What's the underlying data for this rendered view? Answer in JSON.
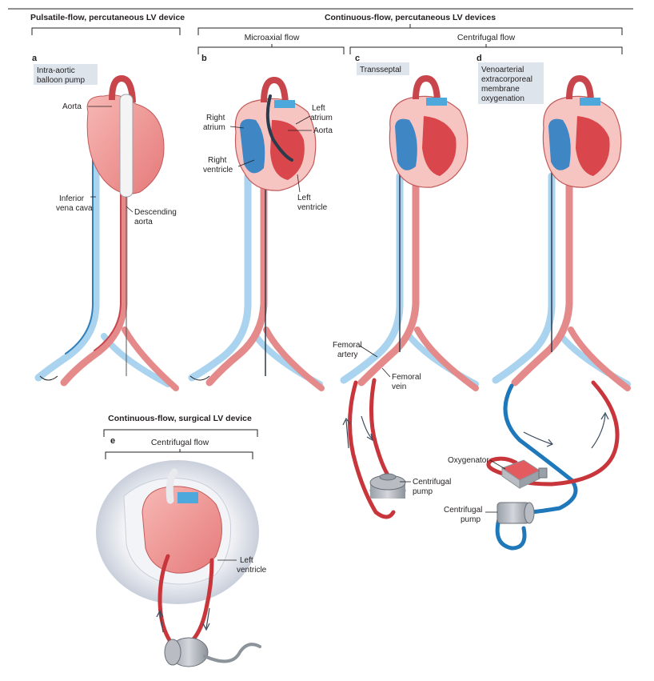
{
  "headers": {
    "pulsatile": "Pulsatile-flow, percutaneous LV device",
    "continuous_percutaneous": "Continuous-flow, percutaneous LV devices",
    "microaxial": "Microaxial flow",
    "centrifugal": "Centrifugal flow",
    "surgical": "Continuous-flow, surgical LV device",
    "surgical_centrifugal": "Centrifugal flow"
  },
  "panels": {
    "a": {
      "letter": "a",
      "title_lines": [
        "Intra-aortic",
        "balloon pump"
      ],
      "labels": {
        "aorta": "Aorta",
        "ivc_1": "Inferior",
        "ivc_2": "vena cava",
        "desc_1": "Descending",
        "desc_2": "aorta"
      }
    },
    "b": {
      "letter": "b",
      "labels": {
        "ra_1": "Right",
        "ra_2": "atrium",
        "la_1": "Left",
        "la_2": "atrium",
        "aorta": "Aorta",
        "rv_1": "Right",
        "rv_2": "ventricle",
        "lv_1": "Left",
        "lv_2": "ventricle"
      }
    },
    "c": {
      "letter": "c",
      "title": "Transseptal",
      "labels": {
        "fa_1": "Femoral",
        "fa_2": "artery",
        "fv_1": "Femoral",
        "fv_2": "vein",
        "pump_1": "Centrifugal",
        "pump_2": "pump"
      }
    },
    "d": {
      "letter": "d",
      "title_lines": [
        "Venoarterial",
        "extracorporeal",
        "membrane",
        "oxygenation"
      ],
      "labels": {
        "oxygenator": "Oxygenator",
        "pump_1": "Centrifugal",
        "pump_2": "pump"
      }
    },
    "e": {
      "letter": "e",
      "labels": {
        "lv_1": "Left",
        "lv_2": "ventricle"
      }
    }
  },
  "colors": {
    "artery": "#c8464b",
    "artery_light": "#f0a3a3",
    "vein": "#2f7fb9",
    "vein_light": "#a9d3ee",
    "heart_fill": "#ee8f8f",
    "label_box": "#dde4ec"
  }
}
